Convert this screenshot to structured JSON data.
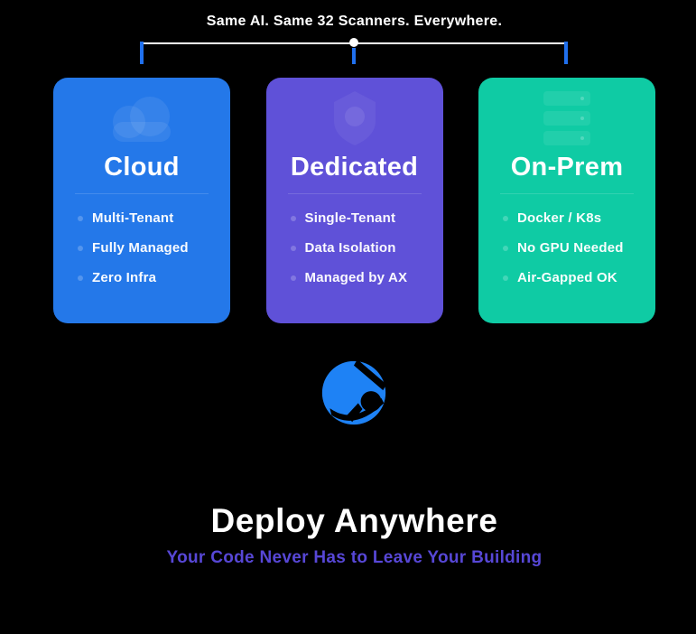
{
  "header": {
    "caption": "Same AI. Same 32 Scanners. Everywhere."
  },
  "cards": [
    {
      "title": "Cloud",
      "icon": "cloud-icon",
      "color": "#2478E9",
      "features": [
        "Multi-Tenant",
        "Fully Managed",
        "Zero Infra"
      ]
    },
    {
      "title": "Dedicated",
      "icon": "shield-icon",
      "color": "#5F51D8",
      "features": [
        "Single-Tenant",
        "Data Isolation",
        "Managed by AX"
      ]
    },
    {
      "title": "On-Prem",
      "icon": "server-icon",
      "color": "#0FCBA4",
      "features": [
        "Docker / K8s",
        "No GPU Needed",
        "Air-Gapped OK"
      ]
    }
  ],
  "logo": {
    "icon": "eagle-logo",
    "color": "#1E82F5"
  },
  "footer": {
    "title": "Deploy Anywhere",
    "subtitle": "Your Code Never Has to Leave Your Building",
    "subtitle_color": "#5747D6"
  },
  "colors": {
    "background": "#000000",
    "connector_line": "#FFFFFF",
    "connector_tick": "#2070EE"
  }
}
